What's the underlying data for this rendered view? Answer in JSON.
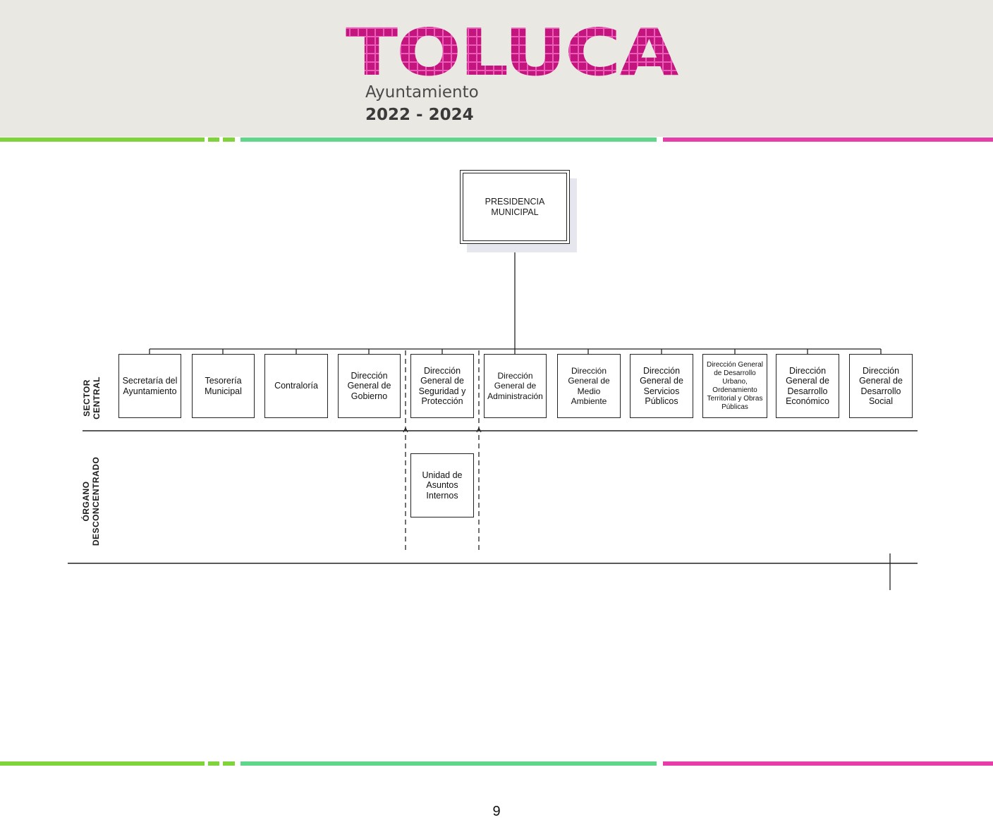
{
  "header": {
    "logo_text": "TOLUCA",
    "subtitle": "Ayuntamiento",
    "period": "2022 - 2024",
    "colors": {
      "green": "#7ed43a",
      "teal": "#5fd68a",
      "magenta": "#e83ca8",
      "logo": "#c4157f"
    }
  },
  "chart": {
    "root": "PRESIDENCIA\nMUNICIPAL",
    "section_central": "SECTOR\nCENTRAL",
    "section_organ": "ÓRGANO\nDESCONCENTRADO",
    "units": [
      "Secretaría del\nAyuntamiento",
      "Tesorería\nMunicipal",
      "Contraloría",
      "Dirección\nGeneral de\nGobierno",
      "Dirección\nGeneral de\nSeguridad y\nProtección",
      "Dirección\nGeneral de\nAdministración",
      "Dirección\nGeneral de\nMedio Ambiente",
      "Dirección\nGeneral de\nServicios\nPúblicos",
      "Dirección General\nde Desarrollo\nUrbano,\nOrdenamiento\nTerritorial y Obras\nPúblicas",
      "Dirección\nGeneral de\nDesarrollo\nEconómico",
      "Dirección\nGeneral de\nDesarrollo\nSocial"
    ],
    "decentralized_unit": "Unidad de\nAsuntos\nInternos"
  },
  "footer": {
    "page_number": "9"
  }
}
